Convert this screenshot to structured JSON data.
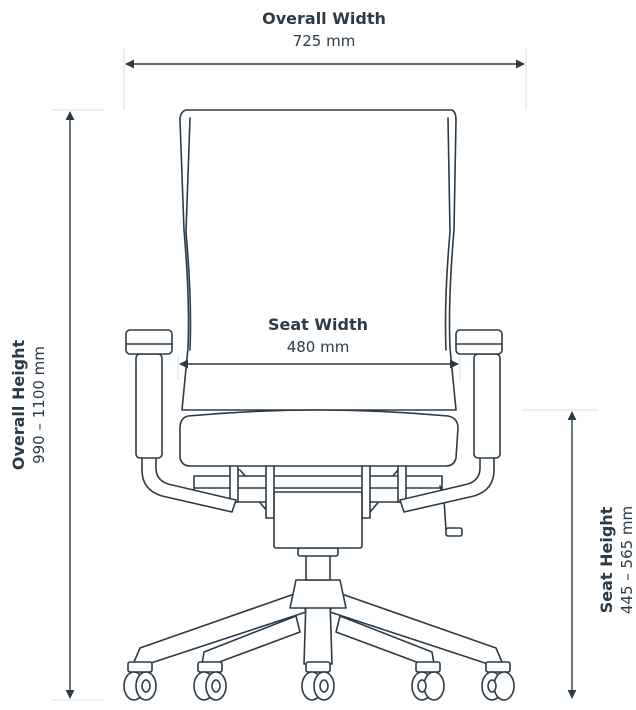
{
  "dimensions": {
    "overall_width": {
      "label": "Overall Width",
      "value": "725 mm"
    },
    "seat_width": {
      "label": "Seat Width",
      "value": "480 mm"
    },
    "overall_height": {
      "label": "Overall Height",
      "value": "990 – 1100 mm"
    },
    "seat_height": {
      "label": "Seat Height",
      "value": "445 – 565 mm"
    }
  },
  "colors": {
    "line": "#2b3b48",
    "guide": "#d9dde0",
    "background": "#ffffff"
  }
}
